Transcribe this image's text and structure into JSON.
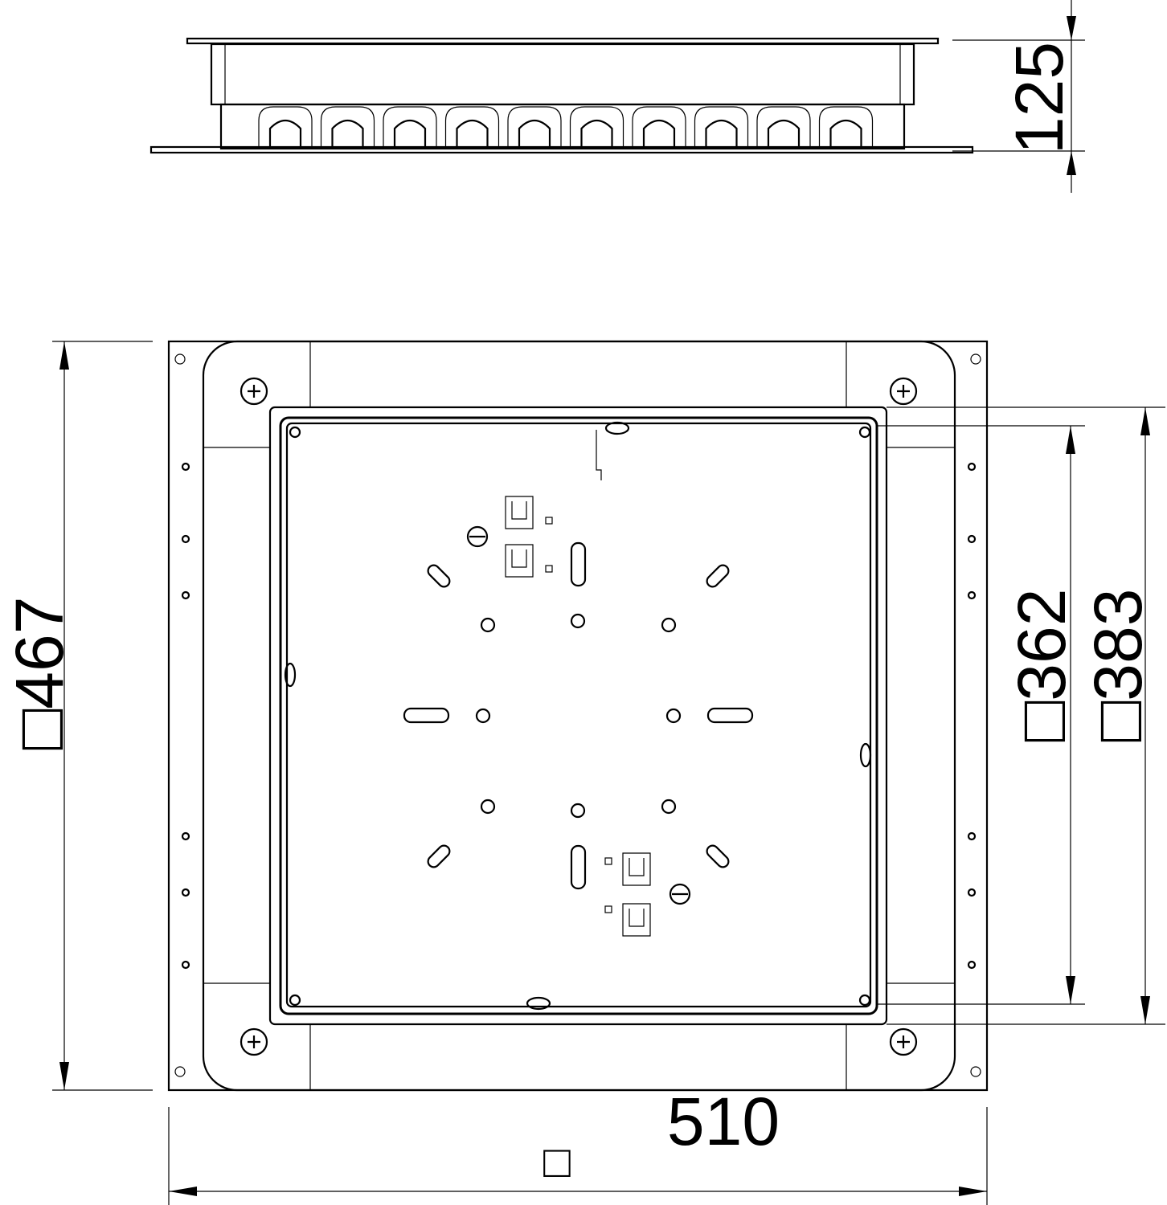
{
  "drawing": {
    "side_view": {
      "height_label": "125"
    },
    "plan_view": {
      "outer_size_label": "□467",
      "inner_size_label": "□362",
      "frame_size_label": "□383",
      "width_label": "510",
      "width_square_symbol": "□"
    }
  }
}
